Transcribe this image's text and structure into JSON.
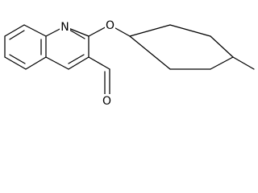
{
  "molecule": {
    "atoms": [
      {
        "name": "ring-nitrogen",
        "symbol": "N"
      },
      {
        "name": "ether-oxygen",
        "symbol": "O"
      },
      {
        "name": "aldehyde-oxygen",
        "symbol": "O"
      }
    ],
    "line_color": "#000000",
    "label_color": "#000000",
    "background": "#ffffff"
  }
}
